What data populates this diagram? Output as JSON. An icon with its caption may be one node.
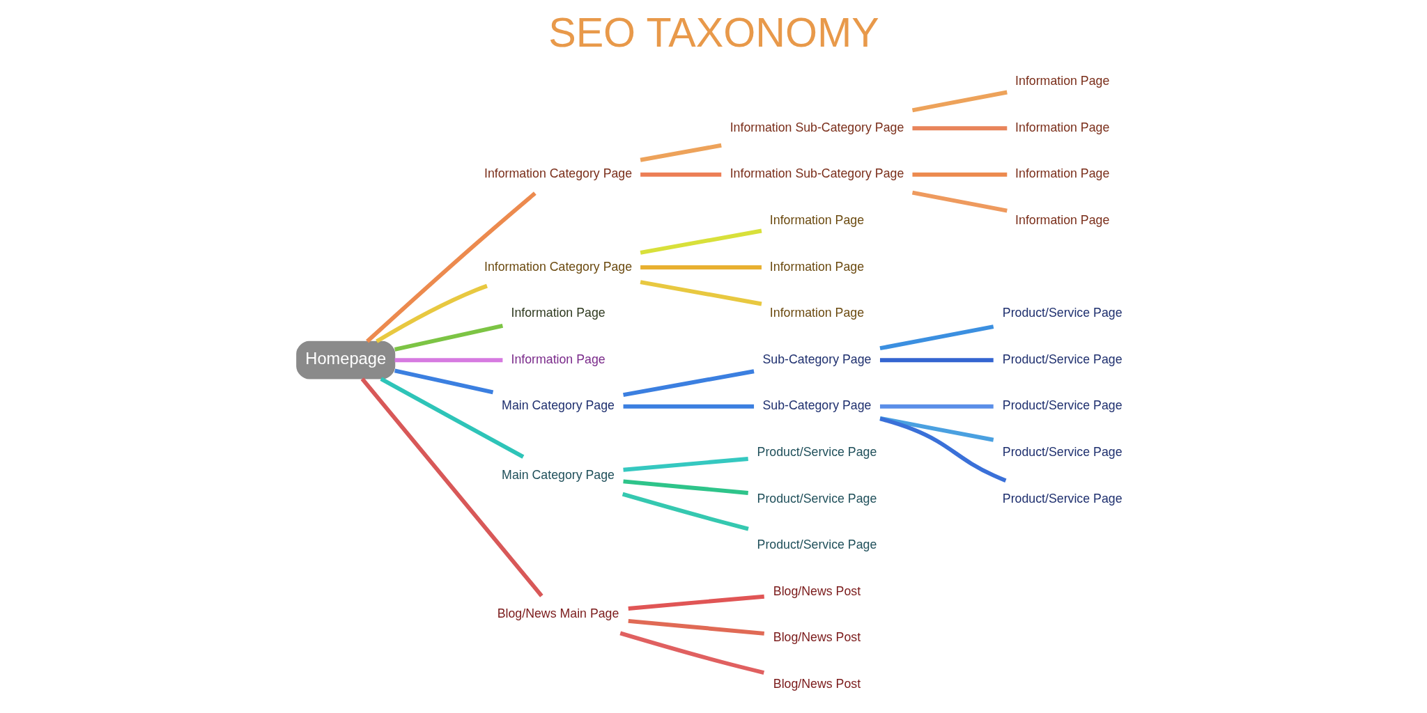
{
  "diagram": {
    "title": "SEO TAXONOMY",
    "nodes": [
      {
        "text": [
          "Homepage"
        ]
      },
      {
        "text": [
          "Information Category Page"
        ]
      },
      {
        "text": [
          "Information Sub-Category Page"
        ]
      },
      {
        "text": [
          "Information Page"
        ]
      },
      {
        "text": [
          "Information Page"
        ]
      },
      {
        "text": [
          "Information Sub-Category Page"
        ]
      },
      {
        "text": [
          "Information Page"
        ]
      },
      {
        "text": [
          "Information Page"
        ]
      },
      {
        "text": [
          "Information Category Page"
        ]
      },
      {
        "text": [
          "Information Page"
        ]
      },
      {
        "text": [
          "Information Page"
        ]
      },
      {
        "text": [
          "Information Page"
        ]
      },
      {
        "text": [
          "Information Page"
        ]
      },
      {
        "text": [
          "Information Page"
        ]
      },
      {
        "text": [
          "Main Category Page"
        ]
      },
      {
        "text": [
          "Sub-Category Page"
        ]
      },
      {
        "text": [
          "Product/Service Page"
        ]
      },
      {
        "text": [
          "Product/Service Page"
        ]
      },
      {
        "text": [
          "Sub-Category Page"
        ]
      },
      {
        "text": [
          "Product/Service Page"
        ]
      },
      {
        "text": [
          "Product/Service Page"
        ]
      },
      {
        "text": [
          "Product/Service Page"
        ]
      },
      {
        "text": [
          "Main Category Page"
        ]
      },
      {
        "text": [
          "Product/Service Page"
        ]
      },
      {
        "text": [
          "Product/Service Page"
        ]
      },
      {
        "text": [
          "Product/Service Page"
        ]
      },
      {
        "text": [
          "Blog/News Main Page"
        ]
      },
      {
        "text": [
          "Blog/News Post"
        ]
      },
      {
        "text": [
          "Blog/News Post"
        ]
      },
      {
        "text": [
          "Blog/News Post"
        ]
      }
    ],
    "edges": [
      {
        "from": 0,
        "to": 1,
        "arrow": "none",
        "color": "#ec8a4e"
      },
      {
        "from": 1,
        "to": 2,
        "arrow": "none",
        "color": "#eda25a"
      },
      {
        "from": 2,
        "to": 3,
        "arrow": "none",
        "color": "#eda25a"
      },
      {
        "from": 2,
        "to": 4,
        "arrow": "none",
        "color": "#e8845a"
      },
      {
        "from": 1,
        "to": 5,
        "arrow": "none",
        "color": "#ec7e55"
      },
      {
        "from": 5,
        "to": 6,
        "arrow": "none",
        "color": "#ec8a4e"
      },
      {
        "from": 5,
        "to": 7,
        "arrow": "none",
        "color": "#ee9a5e"
      },
      {
        "from": 0,
        "to": 8,
        "arrow": "none",
        "color": "#e8c840"
      },
      {
        "from": 8,
        "to": 9,
        "arrow": "none",
        "color": "#d8e03a"
      },
      {
        "from": 8,
        "to": 10,
        "arrow": "none",
        "color": "#e8b030"
      },
      {
        "from": 8,
        "to": 11,
        "arrow": "none",
        "color": "#e8c840"
      },
      {
        "from": 0,
        "to": 12,
        "arrow": "none",
        "color": "#7cc444"
      },
      {
        "from": 0,
        "to": 13,
        "arrow": "none",
        "color": "#d67ae0"
      },
      {
        "from": 0,
        "to": 14,
        "arrow": "none",
        "color": "#3b7fe0"
      },
      {
        "from": 14,
        "to": 15,
        "arrow": "none",
        "color": "#3b7fe0"
      },
      {
        "from": 15,
        "to": 16,
        "arrow": "none",
        "color": "#3b8fe0"
      },
      {
        "from": 15,
        "to": 17,
        "arrow": "none",
        "color": "#3465d0"
      },
      {
        "from": 14,
        "to": 18,
        "arrow": "none",
        "color": "#3b7fe0"
      },
      {
        "from": 18,
        "to": 19,
        "arrow": "none",
        "color": "#5a8ee8"
      },
      {
        "from": 18,
        "to": 20,
        "arrow": "none",
        "color": "#4aa0e0"
      },
      {
        "from": 18,
        "to": 21,
        "arrow": "none",
        "color": "#3a70d8"
      },
      {
        "from": 0,
        "to": 22,
        "arrow": "none",
        "color": "#2ec4b8"
      },
      {
        "from": 22,
        "to": 23,
        "arrow": "none",
        "color": "#35c8c0"
      },
      {
        "from": 22,
        "to": 24,
        "arrow": "none",
        "color": "#2ec48a"
      },
      {
        "from": 22,
        "to": 25,
        "arrow": "none",
        "color": "#35c8b0"
      },
      {
        "from": 0,
        "to": 26,
        "arrow": "none",
        "color": "#d85858"
      },
      {
        "from": 26,
        "to": 27,
        "arrow": "none",
        "color": "#e05555"
      },
      {
        "from": 26,
        "to": 28,
        "arrow": "none",
        "color": "#e06a55"
      },
      {
        "from": 26,
        "to": 29,
        "arrow": "none",
        "color": "#e06060"
      }
    ]
  }
}
